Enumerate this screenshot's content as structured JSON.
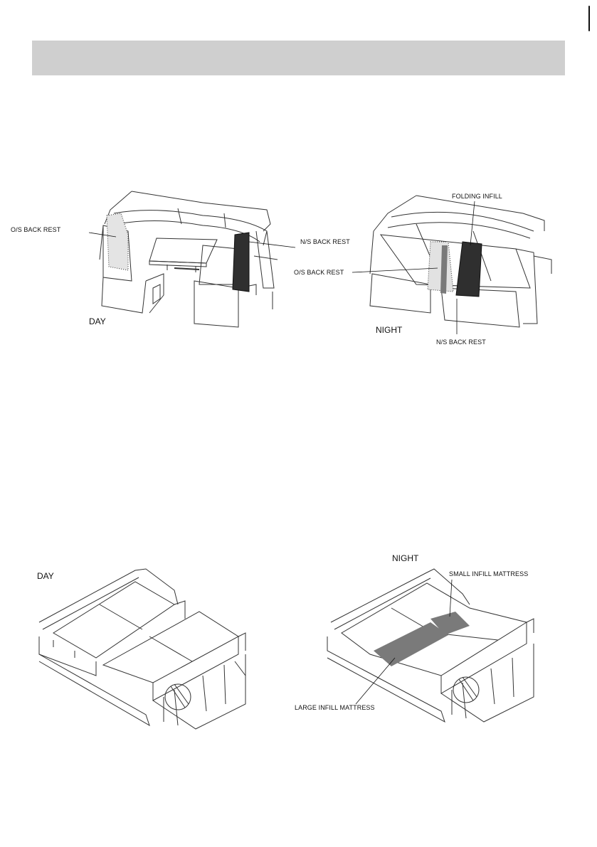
{
  "figures": {
    "dinette": {
      "day": {
        "caption": "DAY",
        "os_back_rest": "O/S BACK REST",
        "ns_back_rest": "N/S BACK REST"
      },
      "night": {
        "caption": "NIGHT",
        "folding_infill": "FOLDING INFILL",
        "os_back_rest": "O/S BACK REST",
        "ns_back_rest": "N/S BACK REST"
      }
    },
    "lounge": {
      "day": {
        "caption": "DAY"
      },
      "night": {
        "caption": "NIGHT",
        "small_infill": "SMALL INFILL MATTRESS",
        "large_infill": "LARGE INFILL MATTRESS"
      }
    }
  },
  "colors": {
    "header_band": "#cfcfcf",
    "infill_dark": "#2a2a2a",
    "infill_mid": "#7a7a7a",
    "infill_light": "#d9d9d9",
    "line": "#333333"
  }
}
